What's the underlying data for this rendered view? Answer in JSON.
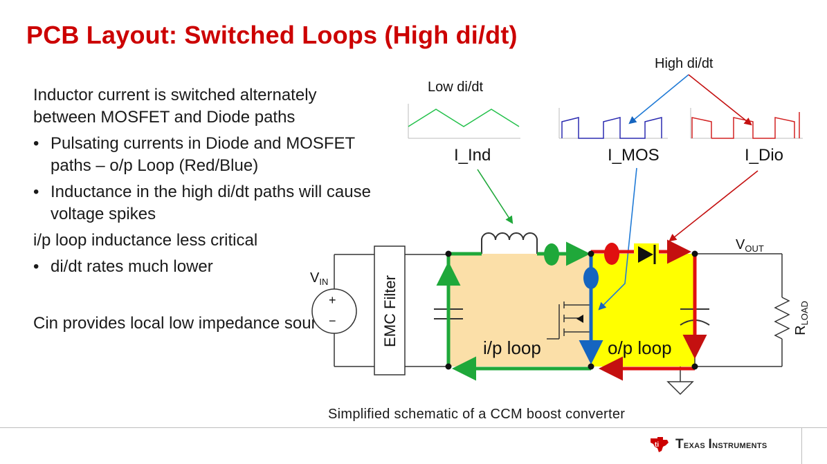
{
  "title": "PCB Layout: Switched Loops (High di/dt)",
  "text": {
    "p1": "Inductor current is switched alternately between MOSFET and Diode paths",
    "b1": "Pulsating currents in Diode and MOSFET paths – o/p Loop (Red/Blue)",
    "b2": "Inductance in the high di/dt paths will cause voltage spikes",
    "p2": "i/p loop inductance less critical",
    "b3": "di/dt rates much lower",
    "p3": "Cin provides local low impedance source"
  },
  "schematic": {
    "low_didt": "Low di/dt",
    "high_didt": "High di/dt",
    "i_ind": "I_Ind",
    "i_mos": "I_MOS",
    "i_dio": "I_Dio",
    "vout_main": "V",
    "vout_sub": "OUT",
    "vin_main": "V",
    "vin_sub": "IN",
    "emc_filter": "EMC Filter",
    "plus": "+",
    "minus": "−",
    "ip_loop": "i/p loop",
    "op_loop": "o/p loop",
    "rload_main": "R",
    "rload_sub": "LOAD"
  },
  "caption": "Simplified  schematic  of a CCM boost converter",
  "logo": {
    "word1_big": "T",
    "word1_rest": "exas",
    "word2_big": "I",
    "word2_rest": "nstruments"
  },
  "colors": {
    "title": "#cc0000",
    "inductor_path": "#1fa83a",
    "mosfet_path": "#1565c0",
    "diode_path": "#e01010",
    "ip_loop_fill": "#fbdfa8",
    "op_loop_fill": "#ffff00"
  }
}
